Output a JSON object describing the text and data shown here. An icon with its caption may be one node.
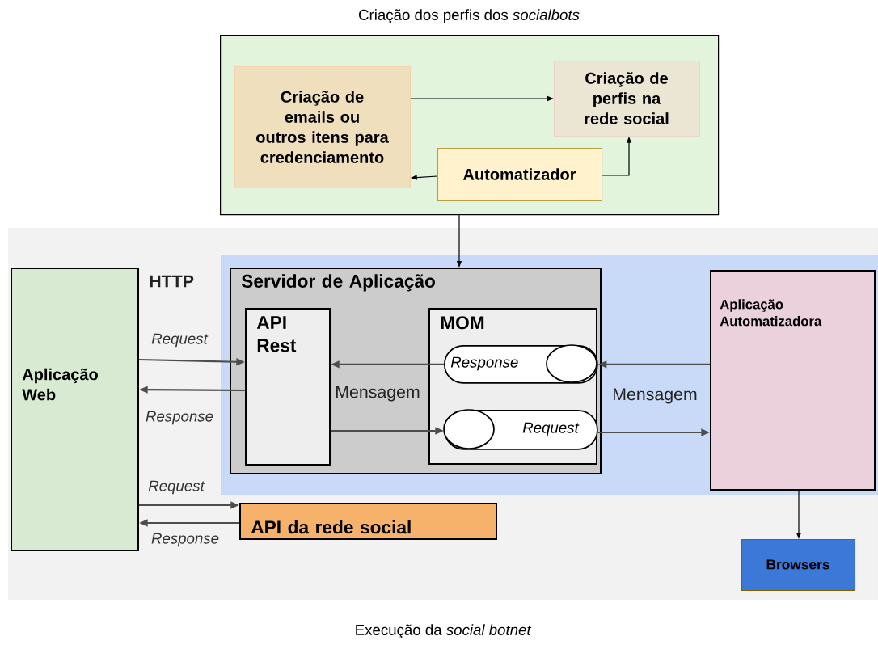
{
  "diagram": {
    "nodes": [
      {
        "text": [
          "Criação dos perfis dos *socialbots*"
        ]
      },
      {
        "text": [
          "Criação de emails ou outros itens para credenciamento"
        ],
        "in": 0
      },
      {
        "text": [
          "Criação de perfis na rede social"
        ],
        "in": 0
      },
      {
        "text": [
          "Automatizador"
        ],
        "in": 0
      },
      {
        "text": [
          "Execução da *social botnet*"
        ]
      },
      {
        "text": [
          "Aplicação Web"
        ],
        "in": 4
      },
      {
        "text": [
          "Servidor de Aplicação"
        ],
        "in": 4
      },
      {
        "text": [
          "API Rest"
        ],
        "in": 6
      },
      {
        "text": [
          "MOM"
        ],
        "in": 6
      },
      {
        "text": [
          "Response"
        ],
        "in": 8
      },
      {
        "text": [
          "Request"
        ],
        "in": 8
      },
      {
        "text": [
          "Aplicação Automatizadora"
        ],
        "in": 4
      },
      {
        "text": [
          "API da rede social"
        ],
        "in": 4
      },
      {
        "text": [
          "Browsers"
        ],
        "in": 4
      }
    ],
    "edges": [
      {
        "from": 1,
        "to": 2,
        "arrow": "to",
        "color": "#000000"
      },
      {
        "from": 3,
        "to": 1,
        "arrow": "to",
        "color": "#000000"
      },
      {
        "from": 3,
        "to": 2,
        "arrow": "to",
        "color": "#000000"
      },
      {
        "from": 0,
        "to": 6,
        "arrow": "to",
        "color": "#000000"
      },
      {
        "from": 5,
        "to": 7,
        "arrow": "to",
        "label": "Request"
      },
      {
        "from": 7,
        "to": 5,
        "arrow": "to",
        "label": "Response"
      },
      {
        "from": 9,
        "to": 7,
        "arrow": "to"
      },
      {
        "from": 7,
        "to": 10,
        "arrow": "to"
      },
      {
        "from": 11,
        "to": 9,
        "arrow": "to"
      },
      {
        "from": 10,
        "to": 11,
        "arrow": "to"
      },
      {
        "from": 5,
        "to": 12,
        "arrow": "to",
        "label": "Request"
      },
      {
        "from": 12,
        "to": 5,
        "arrow": "to",
        "label": "Response"
      },
      {
        "from": 11,
        "to": 13,
        "arrow": "to",
        "color": "#000000"
      }
    ],
    "labels": [
      "HTTP",
      "Mensagem",
      "Mensagem"
    ]
  }
}
